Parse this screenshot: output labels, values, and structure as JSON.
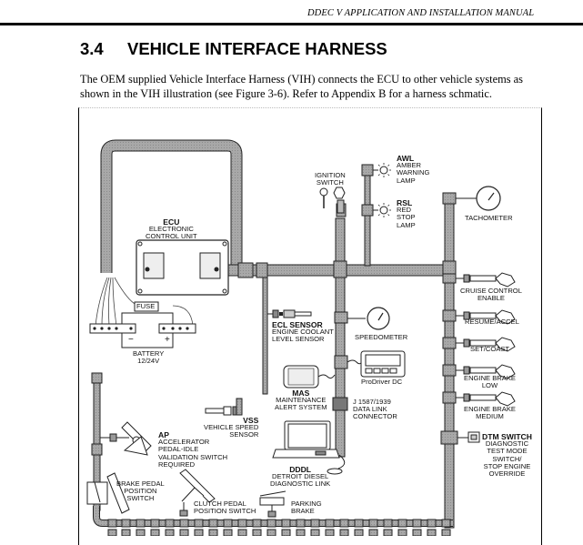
{
  "page": {
    "running_header": "DDEC  V APPLICATION AND INSTALLATION MANUAL",
    "section_number": "3.4",
    "section_title": "VEHICLE INTERFACE HARNESS",
    "paragraph_line1": "The OEM supplied Vehicle Interface Harness (VIH) connects the ECU to other vehicle systems as",
    "paragraph_line2": "shown in the VIH illustration (see Figure 3-6).  Refer to Appendix B for a harness schmatic."
  },
  "diagram": {
    "colors": {
      "harness": "#9a9a9a",
      "harness_dark": "#555555",
      "outline": "#000000",
      "background": "#ffffff"
    },
    "components": {
      "ecu": {
        "abbr": "ECU",
        "line1": "ELECTRONIC",
        "line2": "CONTROL UNIT"
      },
      "fuse": {
        "label": "FUSE"
      },
      "battery": {
        "line1": "BATTERY",
        "line2": "12/24V",
        "minus": "−",
        "plus": "+"
      },
      "ignition": {
        "line1": "IGNITION",
        "line2": "SWITCH"
      },
      "awl": {
        "abbr": "AWL",
        "line1": "AMBER",
        "line2": "WARNING",
        "line3": "LAMP"
      },
      "rsl": {
        "abbr": "RSL",
        "line1": "RED",
        "line2": "STOP",
        "line3": "LAMP"
      },
      "tachometer": {
        "label": "TACHOMETER"
      },
      "cruise": {
        "line1": "CRUISE CONTROL",
        "line2": "ENABLE"
      },
      "resume": {
        "label": "RESUME/ACCEL"
      },
      "setcoast": {
        "label": "SET/COAST"
      },
      "eb_low": {
        "line1": "ENGINE BRAKE",
        "line2": "LOW"
      },
      "eb_med": {
        "line1": "ENGINE BRAKE",
        "line2": "MEDIUM"
      },
      "dtm": {
        "abbr": "DTM SWITCH",
        "line1": "DIAGNOSTIC",
        "line2": "TEST MODE",
        "line3": "SWITCH/",
        "line4": "STOP ENGINE",
        "line5": "OVERRIDE"
      },
      "ecl": {
        "abbr": "ECL SENSOR",
        "line1": "ENGINE COOLANT",
        "line2": "LEVEL SENSOR"
      },
      "speedometer": {
        "label": "SPEEDOMETER"
      },
      "prodriver": {
        "label": "ProDriver DC"
      },
      "mas": {
        "abbr": "MAS",
        "line1": "MAINTENANCE",
        "line2": "ALERT SYSTEM"
      },
      "datalink": {
        "line1": "J 1587/1939",
        "line2": "DATA LINK",
        "line3": "CONNECTOR"
      },
      "vss": {
        "abbr": "VSS",
        "line1": "VEHICLE SPEED",
        "line2": "SENSOR"
      },
      "ap": {
        "abbr": "AP",
        "line1": "ACCELERATOR",
        "line2": "PEDAL-IDLE",
        "line3": "VALIDATION SWITCH",
        "line4": "REQUIRED"
      },
      "dddl": {
        "abbr": "DDDL",
        "line1": "DETROIT DIESEL",
        "line2": "DIAGNOSTIC LINK"
      },
      "brake_pedal": {
        "line1": "BRAKE PEDAL",
        "line2": "POSITION",
        "line3": "SWITCH"
      },
      "clutch": {
        "line1": "CLUTCH PEDAL",
        "line2": "POSITION SWITCH"
      },
      "parking": {
        "line1": "PARKING",
        "line2": "BRAKE"
      }
    }
  }
}
